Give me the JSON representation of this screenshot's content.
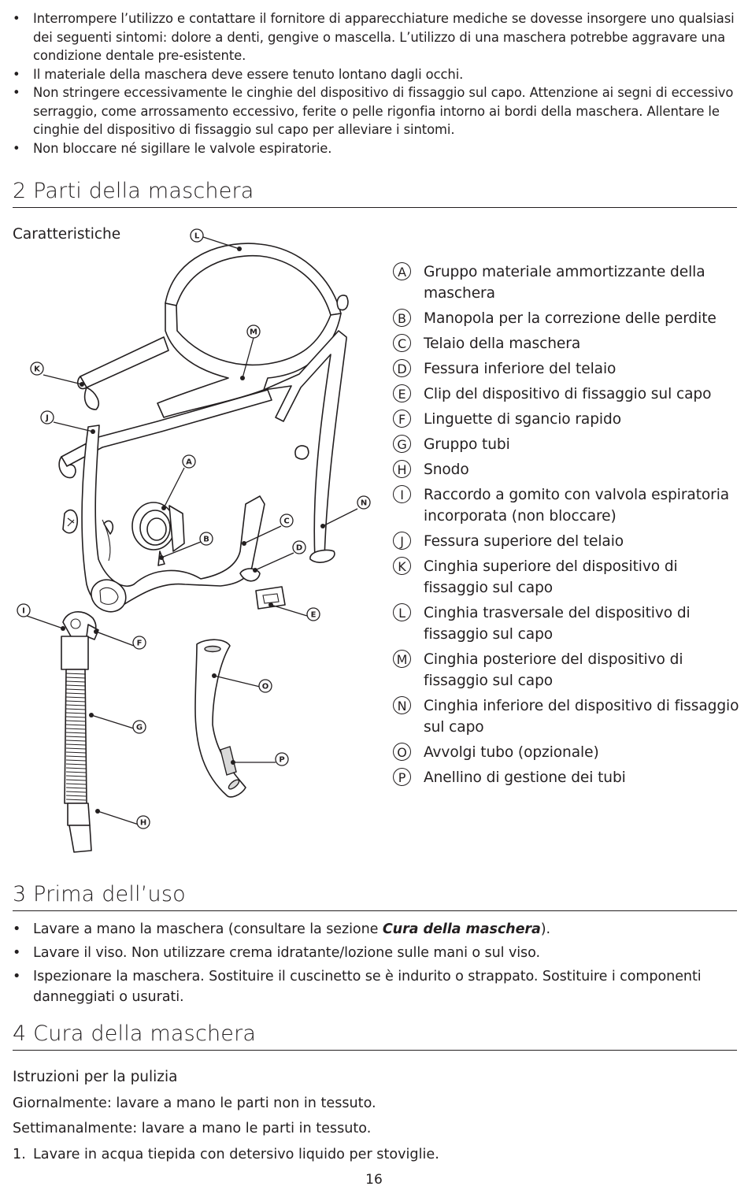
{
  "warnings": [
    "Interrompere l’utilizzo e contattare il fornitore di apparecchiature mediche se dovesse insorgere uno qualsiasi dei seguenti sintomi: dolore a denti, gengive o mascella. L’utilizzo di una maschera potrebbe aggravare una condizione dentale pre-esistente.",
    "Il materiale della maschera deve essere tenuto lontano dagli occhi.",
    "Non stringere eccessivamente le cinghie del dispositivo di fissaggio sul capo. Attenzione ai segni di eccessivo serraggio, come arrossamento eccessivo, ferite o pelle rigonfia intorno ai bordi della maschera. Allentare le cinghie del dispositivo di fissaggio sul capo per alleviare i sintomi.",
    "Non bloccare né sigillare le valvole espiratorie."
  ],
  "section2": {
    "title": "2 Parti della maschera",
    "features_label": "Caratteristiche",
    "parts": [
      {
        "letter": "A",
        "text": "Gruppo materiale ammortizzante della maschera"
      },
      {
        "letter": "B",
        "text": "Manopola per la correzione delle perdite"
      },
      {
        "letter": "C",
        "text": "Telaio della maschera"
      },
      {
        "letter": "D",
        "text": "Fessura inferiore del telaio"
      },
      {
        "letter": "E",
        "text": "Clip del dispositivo di fissaggio sul capo"
      },
      {
        "letter": "F",
        "text": "Linguette di sgancio rapido"
      },
      {
        "letter": "G",
        "text": "Gruppo tubi"
      },
      {
        "letter": "H",
        "text": "Snodo"
      },
      {
        "letter": "I",
        "text": "Raccordo a gomito con valvola espiratoria incorporata (non bloccare)"
      },
      {
        "letter": "J",
        "text": "Fessura superiore del telaio"
      },
      {
        "letter": "K",
        "text": "Cinghia superiore del dispositivo di fissaggio sul capo"
      },
      {
        "letter": "L",
        "text": "Cinghia trasversale del dispositivo di fissaggio sul capo"
      },
      {
        "letter": "M",
        "text": "Cinghia posteriore del dispositivo di fissaggio sul capo"
      },
      {
        "letter": "N",
        "text": "Cinghia inferiore del dispositivo di fissaggio sul capo"
      },
      {
        "letter": "O",
        "text": "Avvolgi tubo (opzionale)"
      },
      {
        "letter": "P",
        "text": "Anellino di gestione dei tubi"
      }
    ]
  },
  "section3": {
    "title": "3 Prima dell’uso",
    "item1_before": "Lavare a mano la maschera (consultare la sezione ",
    "item1_bold": "Cura della maschera",
    "item1_after": ").",
    "item2": "Lavare il viso. Non utilizzare crema idratante/lozione sulle mani o sul viso.",
    "item3": "Ispezionare la maschera. Sostituire il cuscinetto se è indurito o strappato. Sostituire i componenti danneggiati o usurati."
  },
  "section4": {
    "title": "4 Cura della maschera",
    "cleaning_label": "Istruzioni per la pulizia",
    "daily": "Giornalmente: lavare a mano le parti non in tessuto.",
    "weekly": "Settimanalmente: lavare a mano le parti in tessuto.",
    "step1_num": "1.",
    "step1": "Lavare in acqua tiepida con detersivo liquido per stoviglie."
  },
  "page_number": "16"
}
